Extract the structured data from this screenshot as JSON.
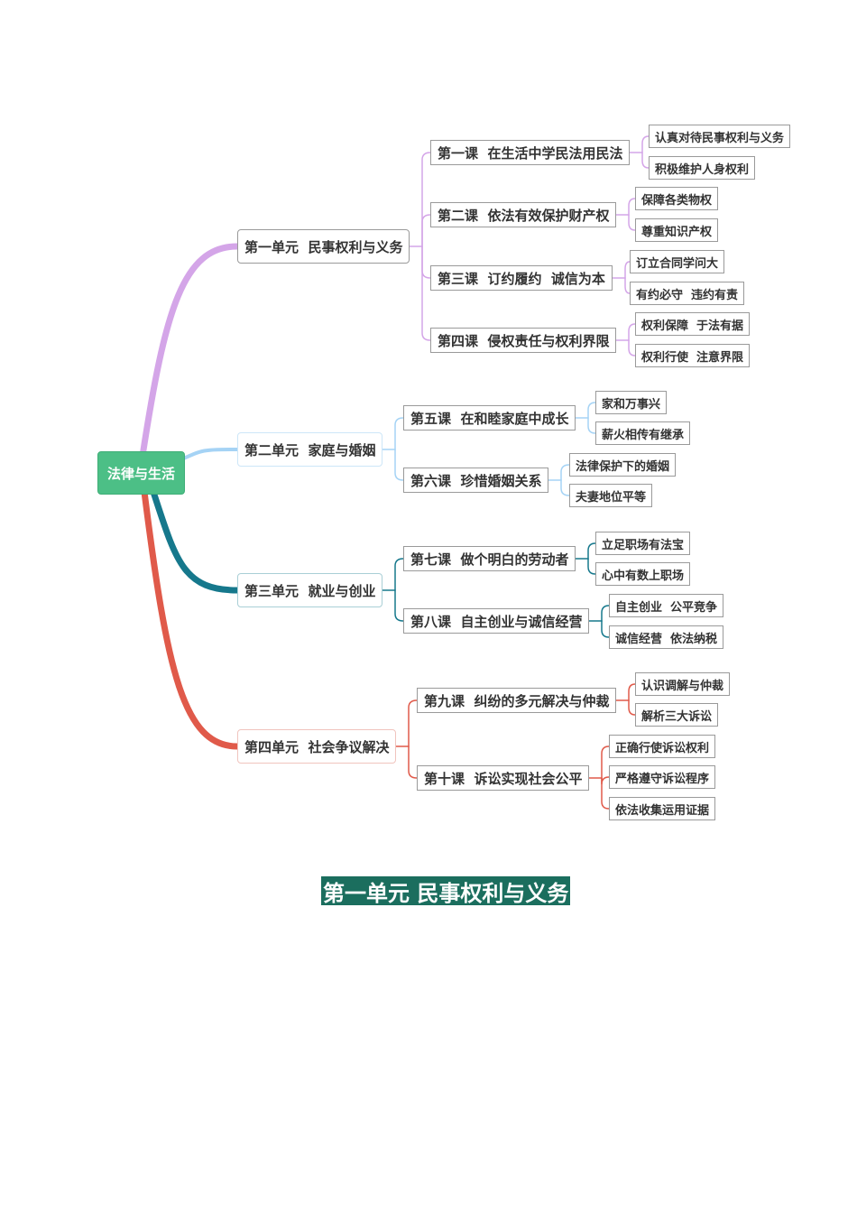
{
  "root": {
    "title": "法律与生活",
    "color": "#4cbf86"
  },
  "units": [
    {
      "title": "第一单元  民事权利与义务",
      "color": "#d4a5e8",
      "lessons": [
        {
          "title": "第一课  在生活中学民法用民法",
          "points": [
            "认真对待民事权利与义务",
            "积极维护人身权利"
          ]
        },
        {
          "title": "第二课  依法有效保护财产权",
          "points": [
            "保障各类物权",
            "尊重知识产权"
          ]
        },
        {
          "title": "第三课  订约履约  诚信为本",
          "points": [
            "订立合同学问大",
            "有约必守  违约有责"
          ]
        },
        {
          "title": "第四课  侵权责任与权利界限",
          "points": [
            "权利保障  于法有据",
            "权利行使  注意界限"
          ]
        }
      ]
    },
    {
      "title": "第二单元  家庭与婚姻",
      "color": "#a5d3f5",
      "lessons": [
        {
          "title": "第五课  在和睦家庭中成长",
          "points": [
            "家和万事兴",
            "薪火相传有继承"
          ]
        },
        {
          "title": "第六课  珍惜婚姻关系",
          "points": [
            "法律保护下的婚姻",
            "夫妻地位平等"
          ]
        }
      ]
    },
    {
      "title": "第三单元  就业与创业",
      "color": "#16788c",
      "lessons": [
        {
          "title": "第七课  做个明白的劳动者",
          "points": [
            "立足职场有法宝",
            "心中有数上职场"
          ]
        },
        {
          "title": "第八课  自主创业与诚信经营",
          "points": [
            "自主创业  公平竞争",
            "诚信经营  依法纳税"
          ]
        }
      ]
    },
    {
      "title": "第四单元  社会争议解决",
      "color": "#e05a4a",
      "lessons": [
        {
          "title": "第九课  纠纷的多元解决与仲裁",
          "points": [
            "认识调解与仲裁",
            "解析三大诉讼"
          ]
        },
        {
          "title": "第十课  诉讼实现社会公平",
          "points": [
            "正确行使诉讼权利",
            "严格遵守诉讼程序",
            "依法收集运用证据"
          ]
        }
      ]
    }
  ],
  "section_heading": "第一单元 民事权利与义务"
}
